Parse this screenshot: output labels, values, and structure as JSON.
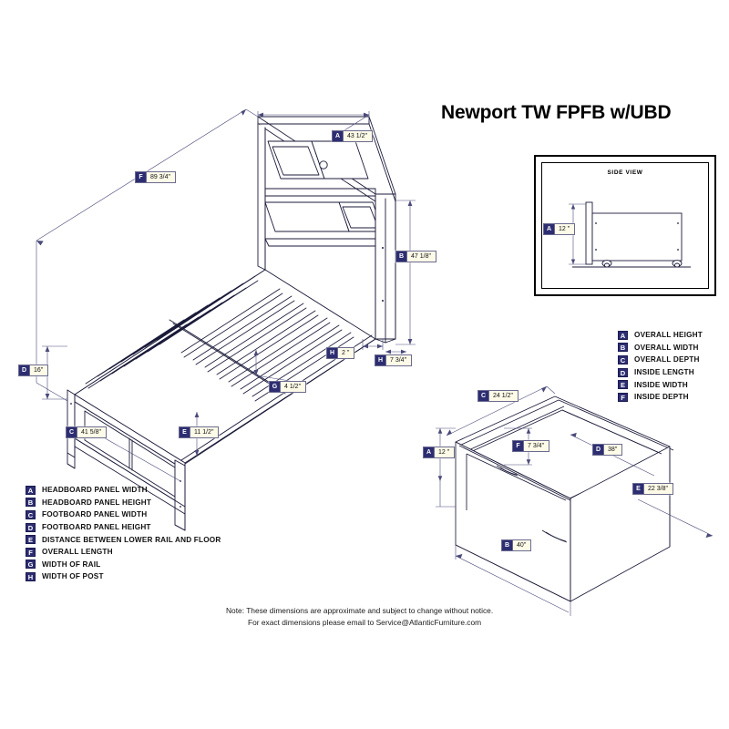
{
  "page": {
    "title": "Newport TW FPFB w/UBD",
    "background_color": "#ffffff",
    "badge_key_color": "#2d2d72",
    "badge_value_color": "#fdfbe8",
    "line_color": "#1b1b3a"
  },
  "note": {
    "line1": "Note:  These dimensions are approximate and subject to change without notice.",
    "line2": "For exact dimensions please email to Service@AtlanticFurniture.com"
  },
  "side_view": {
    "title": "SIDE VIEW",
    "dimension": {
      "key": "A",
      "value": "12 \""
    }
  },
  "bed_legend": {
    "items": [
      {
        "key": "A",
        "label": "HEADBOARD PANEL WIDTH"
      },
      {
        "key": "B",
        "label": "HEADBOARD PANEL HEIGHT"
      },
      {
        "key": "C",
        "label": "FOOTBOARD PANEL WIDTH"
      },
      {
        "key": "D",
        "label": "FOOTBOARD PANEL HEIGHT"
      },
      {
        "key": "E",
        "label": "DISTANCE BETWEEN LOWER RAIL AND FLOOR"
      },
      {
        "key": "F",
        "label": "OVERALL LENGTH"
      },
      {
        "key": "G",
        "label": "WIDTH OF RAIL"
      },
      {
        "key": "H",
        "label": "WIDTH OF POST"
      }
    ]
  },
  "drawer_legend": {
    "items": [
      {
        "key": "A",
        "label": "OVERALL HEIGHT"
      },
      {
        "key": "B",
        "label": "OVERALL WIDTH"
      },
      {
        "key": "C",
        "label": "OVERALL DEPTH"
      },
      {
        "key": "D",
        "label": "INSIDE LENGTH"
      },
      {
        "key": "E",
        "label": "INSIDE WIDTH"
      },
      {
        "key": "F",
        "label": "INSIDE DEPTH"
      }
    ]
  },
  "bed_dimensions": [
    {
      "key": "A",
      "value": "43 1/2\"",
      "name": "headboard-panel-width"
    },
    {
      "key": "F",
      "value": "89 3/4\"",
      "name": "overall-length"
    },
    {
      "key": "B",
      "value": "47 1/8\"",
      "name": "headboard-panel-height"
    },
    {
      "key": "D",
      "value": "16\"",
      "name": "footboard-panel-height"
    },
    {
      "key": "C",
      "value": "41 5/8\"",
      "name": "footboard-panel-width"
    },
    {
      "key": "E",
      "value": "11 1/2\"",
      "name": "lower-rail-to-floor"
    },
    {
      "key": "G",
      "value": "4 1/2\"",
      "name": "width-of-rail"
    },
    {
      "key": "H",
      "value": "2 \"",
      "name": "width-of-post-rail"
    },
    {
      "key": "H",
      "value": "7 3/4\"",
      "name": "width-of-post"
    }
  ],
  "drawer_dimensions": [
    {
      "key": "C",
      "value": "24 1/2\"",
      "name": "overall-depth"
    },
    {
      "key": "A",
      "value": "12 \"",
      "name": "overall-height"
    },
    {
      "key": "F",
      "value": "7 3/4\"",
      "name": "inside-depth"
    },
    {
      "key": "D",
      "value": "38\"",
      "name": "inside-length"
    },
    {
      "key": "E",
      "value": "22 3/8\"",
      "name": "inside-width"
    },
    {
      "key": "B",
      "value": "40\"",
      "name": "overall-width"
    }
  ]
}
